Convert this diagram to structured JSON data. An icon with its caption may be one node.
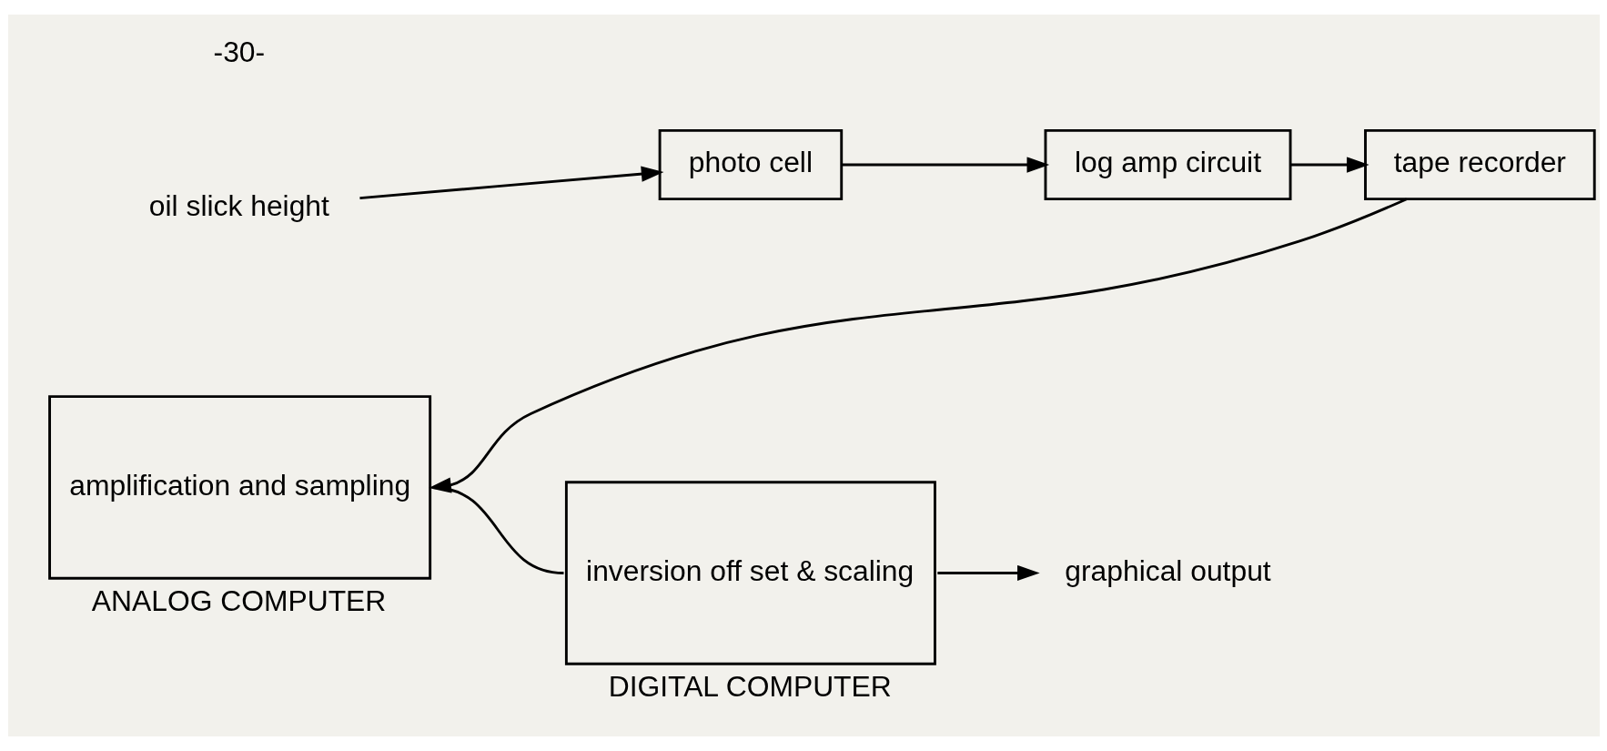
{
  "diagram": {
    "nodes": [
      {
        "text": [
          "oil slick height"
        ]
      },
      {
        "text": [
          "photo cell"
        ]
      },
      {
        "text": [
          "log amp circuit"
        ]
      },
      {
        "text": [
          "tape recorder"
        ]
      },
      {
        "text": [
          "amplification and sampling"
        ],
        "beside": [
          "ANALOG COMPUTER"
        ]
      },
      {
        "text": [
          "inversion off set & scaling"
        ],
        "beside": [
          "DIGITAL COMPUTER"
        ]
      },
      {
        "text": [
          "graphical output"
        ]
      }
    ],
    "edges": [
      {
        "from": 0,
        "to": 1,
        "arrow": "to"
      },
      {
        "from": 1,
        "to": 2,
        "arrow": "to"
      },
      {
        "from": 2,
        "to": 3,
        "arrow": "to"
      },
      {
        "from": 3,
        "to": 4,
        "arrow": "to"
      },
      {
        "from": 4,
        "to": 5,
        "arrow": "none"
      },
      {
        "from": 5,
        "to": 6,
        "arrow": "to"
      }
    ],
    "labels": [
      "-30-"
    ]
  }
}
